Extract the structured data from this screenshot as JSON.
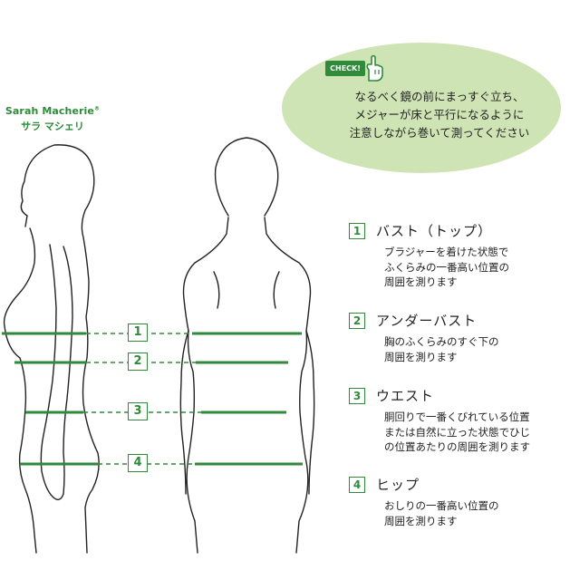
{
  "brand": {
    "name_en": "Sarah Macherie",
    "reg_mark": "®",
    "name_ja": "サラ マシェリ"
  },
  "check": {
    "badge": "CHECK!",
    "text": "なるべく鏡の前にまっすぐ立ち、\nメジャーが床と平行になるように\n注意しながら巻いて測ってください"
  },
  "markers": [
    "1",
    "2",
    "3",
    "4"
  ],
  "items": [
    {
      "num": "1",
      "title": "バスト（トップ）",
      "desc": "ブラジャーを着けた状態で\nふくらみの一番高い位置の\n周囲を測ります"
    },
    {
      "num": "2",
      "title": "アンダーバスト",
      "desc": "胸のふくらみのすぐ下の\n周囲を測ります"
    },
    {
      "num": "3",
      "title": "ウエスト",
      "desc": "胴回りで一番くびれている位置\nまたは自然に立った状態でひじ\nの位置あたりの周囲を測ります"
    },
    {
      "num": "4",
      "title": "ヒップ",
      "desc": "おしりの一番高い位置の\n周囲を測ります"
    }
  ],
  "colors": {
    "accent": "#2f8a3a",
    "bubble": "#cfe4b4"
  },
  "icons": {
    "check_hand": "pointing-hand-icon"
  }
}
